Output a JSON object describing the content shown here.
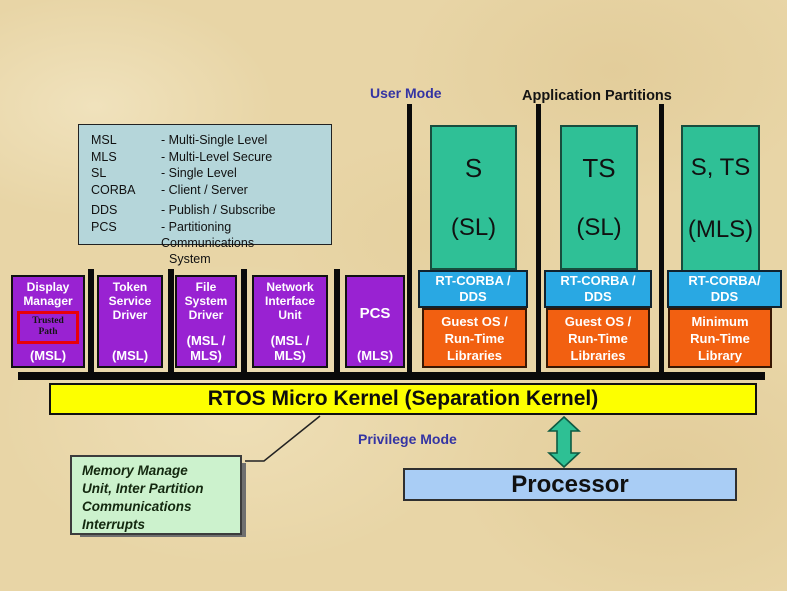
{
  "header": {
    "user_mode": "User Mode",
    "application_partitions": "Application Partitions",
    "privilege_mode": "Privilege Mode"
  },
  "legend": {
    "entries": [
      {
        "abbr": "MSL",
        "def": "- Multi-Single Level"
      },
      {
        "abbr": "MLS",
        "def": "- Multi-Level Secure"
      },
      {
        "abbr": "SL",
        "def": "- Single Level"
      },
      {
        "abbr": "CORBA",
        "def": "- Client / Server"
      },
      {
        "abbr": "DDS",
        "def": "- Publish / Subscribe"
      },
      {
        "abbr": "PCS",
        "def": "- Partitioning Communications",
        "def2": "System"
      }
    ]
  },
  "drivers": [
    {
      "title": "Display\nManager",
      "trusted": "Trusted\nPath",
      "level": "(MSL)"
    },
    {
      "title": "Token\nService\nDriver",
      "level": "(MSL)"
    },
    {
      "title": "File\nSystem\nDriver",
      "level": "(MSL /\nMLS)"
    },
    {
      "title": "Network\nInterface\nUnit",
      "level": "(MSL /\nMLS)"
    },
    {
      "title": "PCS",
      "level": "(MLS)"
    }
  ],
  "partitions": [
    {
      "classification": "S",
      "level": "(SL)",
      "middleware": "RT-CORBA /\nDDS",
      "runtime": "Guest OS /\nRun-Time\nLibraries"
    },
    {
      "classification": "TS",
      "level": "(SL)",
      "middleware": "RT-CORBA /\nDDS",
      "runtime": "Guest OS /\nRun-Time\nLibraries"
    },
    {
      "classification": "S, TS",
      "level": "(MLS)",
      "middleware": "RT-CORBA/\nDDS",
      "runtime": "Minimum\nRun-Time\nLibrary"
    }
  ],
  "kernel": {
    "label": "RTOS Micro Kernel (Separation Kernel)"
  },
  "kernel_note": {
    "text": "Memory Manage\nUnit, Inter Partition\nCommunications\nInterrupts"
  },
  "processor": {
    "label": "Processor"
  },
  "colors": {
    "background": "#e8d5a6",
    "legend_bg": "#b5d6da",
    "driver_purple": "#9922d2",
    "partition_green": "#2fc096",
    "middleware_blue": "#29a8e3",
    "runtime_orange": "#f26011",
    "kernel_yellow": "#fdff00",
    "processor_blue": "#a9cdf5",
    "note_green": "#ccf2cd",
    "mode_text": "#3434a3",
    "trusted_border_red": "#e8000a",
    "structure_black": "#0a0a0a",
    "arrow_green": "#2ec094"
  }
}
